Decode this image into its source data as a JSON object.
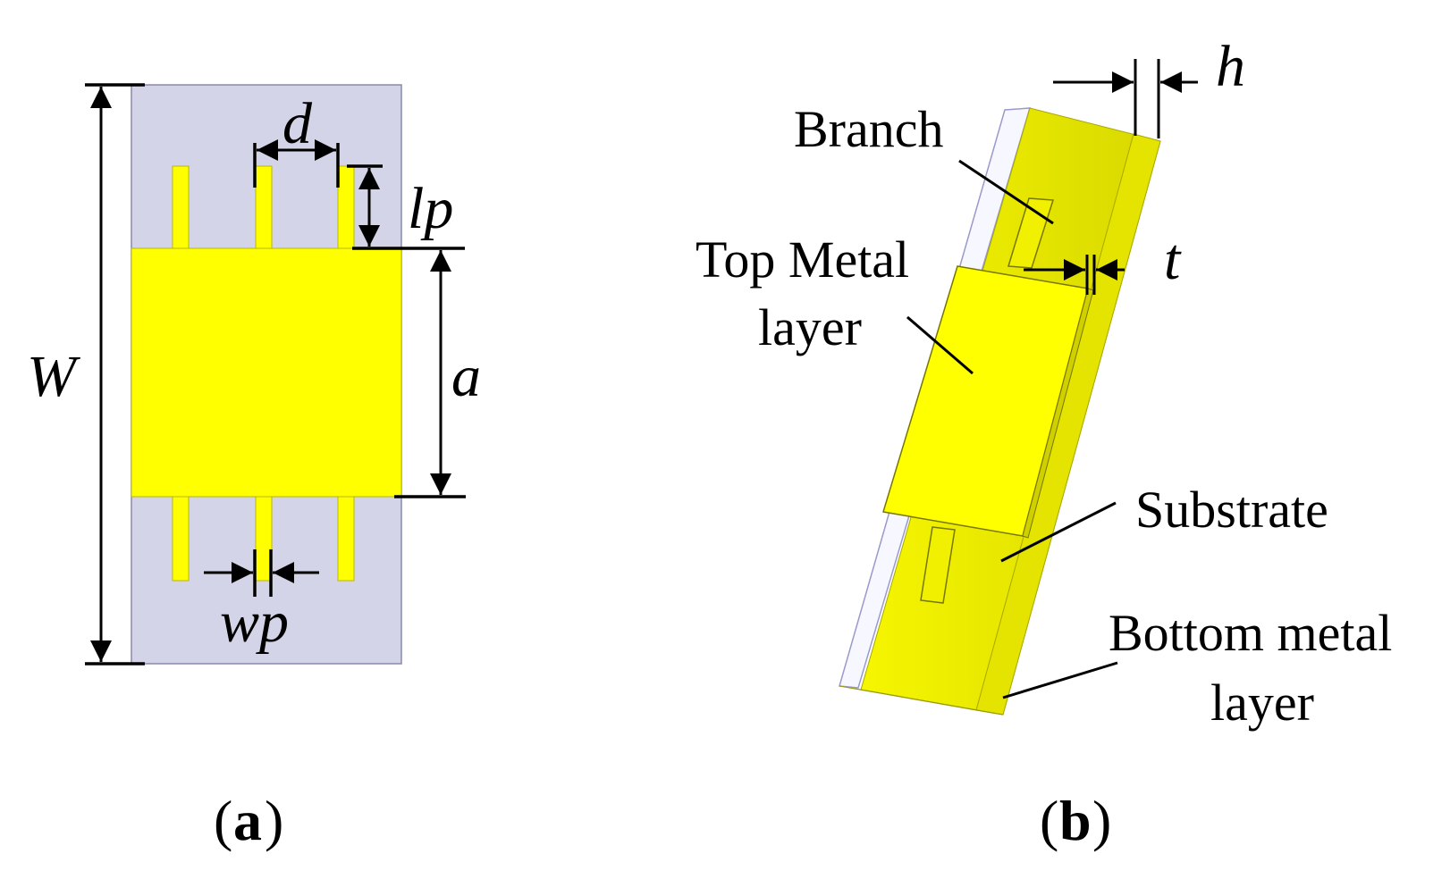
{
  "figure_a": {
    "labels": {
      "W": "W",
      "d": "d",
      "lp": "lp",
      "a": "a",
      "wp": "wp"
    },
    "caption": {
      "open": "(",
      "letter": "a",
      "close": ")"
    }
  },
  "figure_b": {
    "labels": {
      "h": "h",
      "t": "t",
      "branch": "Branch",
      "top_metal_line1": "Top Metal",
      "top_metal_line2": "layer",
      "substrate": "Substrate",
      "bottom_metal_line1": "Bottom metal",
      "bottom_metal_line2": "layer"
    },
    "caption": {
      "open": "(",
      "letter": "b",
      "close": ")"
    }
  },
  "colors": {
    "substrate": "#d4d4e8",
    "metal": "#ffff00",
    "metal_shade": "#e0e000",
    "outline": "#000000"
  }
}
